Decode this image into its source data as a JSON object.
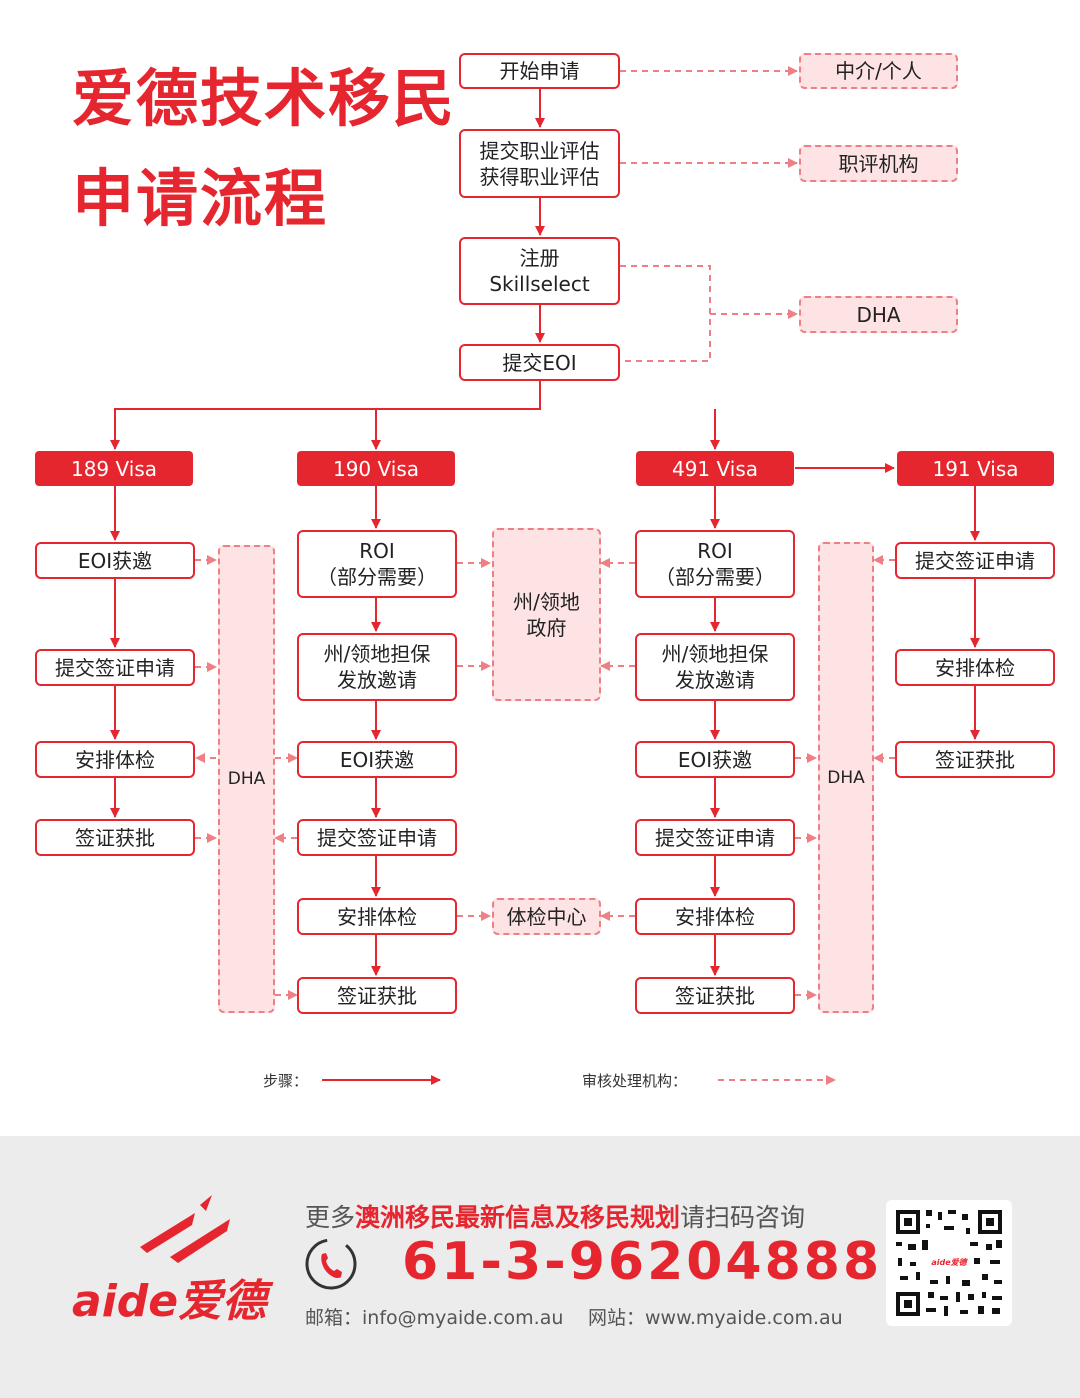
{
  "title": {
    "line1": "爱德技术移民",
    "line2": "申请流程"
  },
  "main_flow": {
    "start": "开始申请",
    "assessment": "提交职业评估\n获得职业评估",
    "register": "注册\nSkillselect",
    "submit_eoi": "提交EOI"
  },
  "agencies": {
    "agent": "中介/个人",
    "assessor": "职评机构",
    "dha_top": "DHA",
    "dha_left": "DHA",
    "dha_right": "DHA",
    "state_gov": "州/领地\n政府",
    "medical_center": "体检中心"
  },
  "visas": {
    "v189": {
      "label": "189 Visa",
      "steps": [
        "EOI获邀",
        "提交签证申请",
        "安排体检",
        "签证获批"
      ]
    },
    "v190": {
      "label": "190 Visa",
      "steps": [
        "ROI\n（部分需要）",
        "州/领地担保\n发放邀请",
        "EOI获邀",
        "提交签证申请",
        "安排体检",
        "签证获批"
      ]
    },
    "v491": {
      "label": "491 Visa",
      "steps": [
        "ROI\n（部分需要）",
        "州/领地担保\n发放邀请",
        "EOI获邀",
        "提交签证申请",
        "安排体检",
        "签证获批"
      ]
    },
    "v191": {
      "label": "191 Visa",
      "steps": [
        "提交签证申请",
        "安排体检",
        "签证获批"
      ]
    }
  },
  "legend": {
    "steps": "步骤：",
    "agency": "审核处理机构："
  },
  "footer": {
    "promo_prefix": "更多",
    "promo_highlight": "澳洲移民最新信息及移民规划",
    "promo_suffix": "请扫码咨询",
    "phone": "61-3-96204888",
    "email": "邮箱：info@myaide.com.au",
    "website": "网站：www.myaide.com.au",
    "brand_text": "aide爱德",
    "qr_label": "aide爱德"
  },
  "colors": {
    "accent": "#e5262f",
    "agency_fill": "#fde3e4",
    "agency_border": "#ee7f84",
    "footer_bg": "#ececec"
  },
  "icons": {
    "phone": "phone-icon",
    "logo": "aide-logo",
    "qr": "qr-code"
  }
}
